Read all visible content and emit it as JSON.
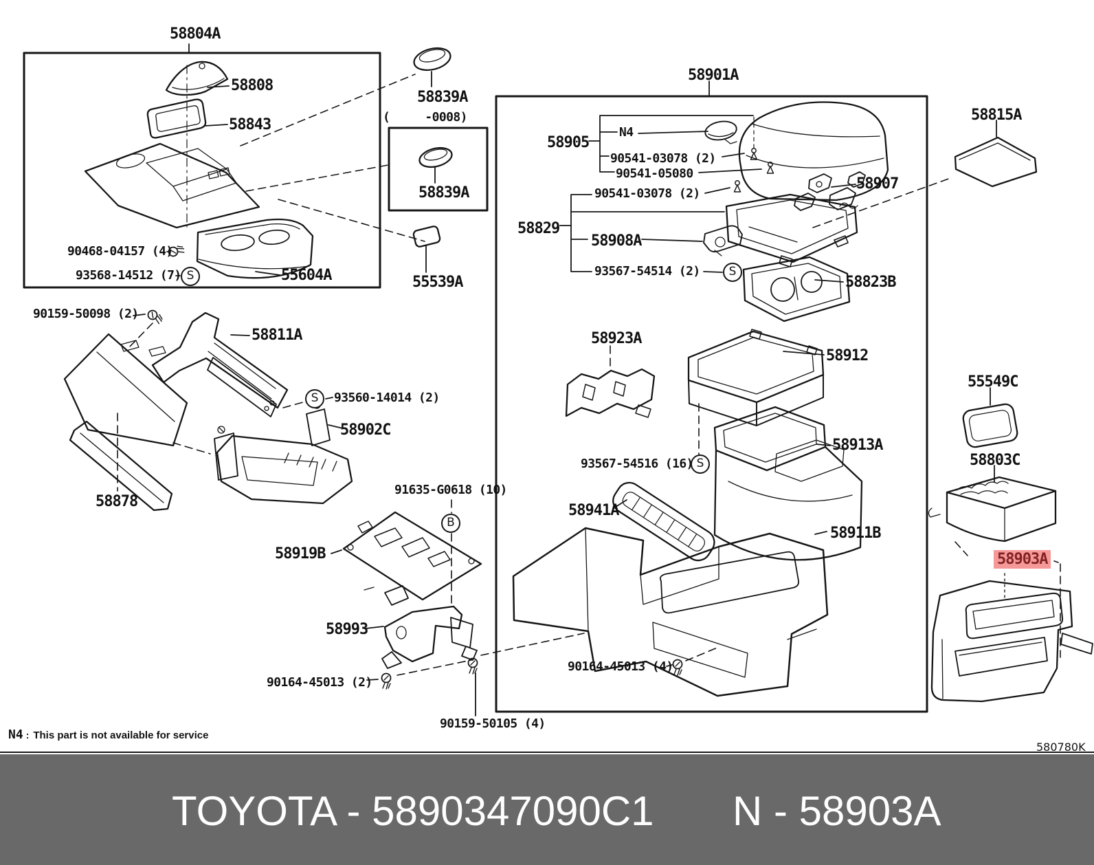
{
  "banner": {
    "left_text": "TOYOTA - 5890347090C1",
    "right_text": "N - 58903A",
    "bg_color": "#696969",
    "text_color": "#ffffff"
  },
  "footnote": {
    "code": "N4",
    "separator": ":",
    "text": "This part is not available for service"
  },
  "doc_code": "580780K",
  "highlight": {
    "bg_color": "#f59898",
    "text_color": "#832222"
  },
  "labels": [
    {
      "text": "58804A"
    },
    {
      "text": "58808"
    },
    {
      "text": "58843"
    },
    {
      "text": "90468-04157 (4)"
    },
    {
      "text": "93568-14512 (7)"
    },
    {
      "text": "55604A"
    },
    {
      "text": "58839A"
    },
    {
      "text": "(     -0008)"
    },
    {
      "text": "58839A"
    },
    {
      "text": "55539A"
    },
    {
      "text": "58901A"
    },
    {
      "text": "58905"
    },
    {
      "text": "N4"
    },
    {
      "text": "90541-03078 (2)"
    },
    {
      "text": "90541-05080"
    },
    {
      "text": "90541-03078 (2)"
    },
    {
      "text": "58829"
    },
    {
      "text": "58908A"
    },
    {
      "text": "93567-54514 (2)"
    },
    {
      "text": "58907"
    },
    {
      "text": "58823B"
    },
    {
      "text": "58815A"
    },
    {
      "text": "58923A"
    },
    {
      "text": "58912"
    },
    {
      "text": "58913A"
    },
    {
      "text": "93567-54516 (16)"
    },
    {
      "text": "58941A"
    },
    {
      "text": "58911B"
    },
    {
      "text": "90164-45013 (4)"
    },
    {
      "text": "90159-50105 (4)"
    },
    {
      "text": "90159-50098 (2)"
    },
    {
      "text": "58811A"
    },
    {
      "text": "93560-14014 (2)"
    },
    {
      "text": "58902C"
    },
    {
      "text": "58878"
    },
    {
      "text": "91635-G0618 (10)"
    },
    {
      "text": "58919B"
    },
    {
      "text": "58993"
    },
    {
      "text": "90164-45013 (2)"
    },
    {
      "text": "55549C"
    },
    {
      "text": "58803C"
    },
    {
      "text": "58903A",
      "highlighted": true
    }
  ],
  "callouts": [
    {
      "letter": "S"
    },
    {
      "letter": "S"
    },
    {
      "letter": "S"
    },
    {
      "letter": "S"
    },
    {
      "letter": "B"
    }
  ]
}
